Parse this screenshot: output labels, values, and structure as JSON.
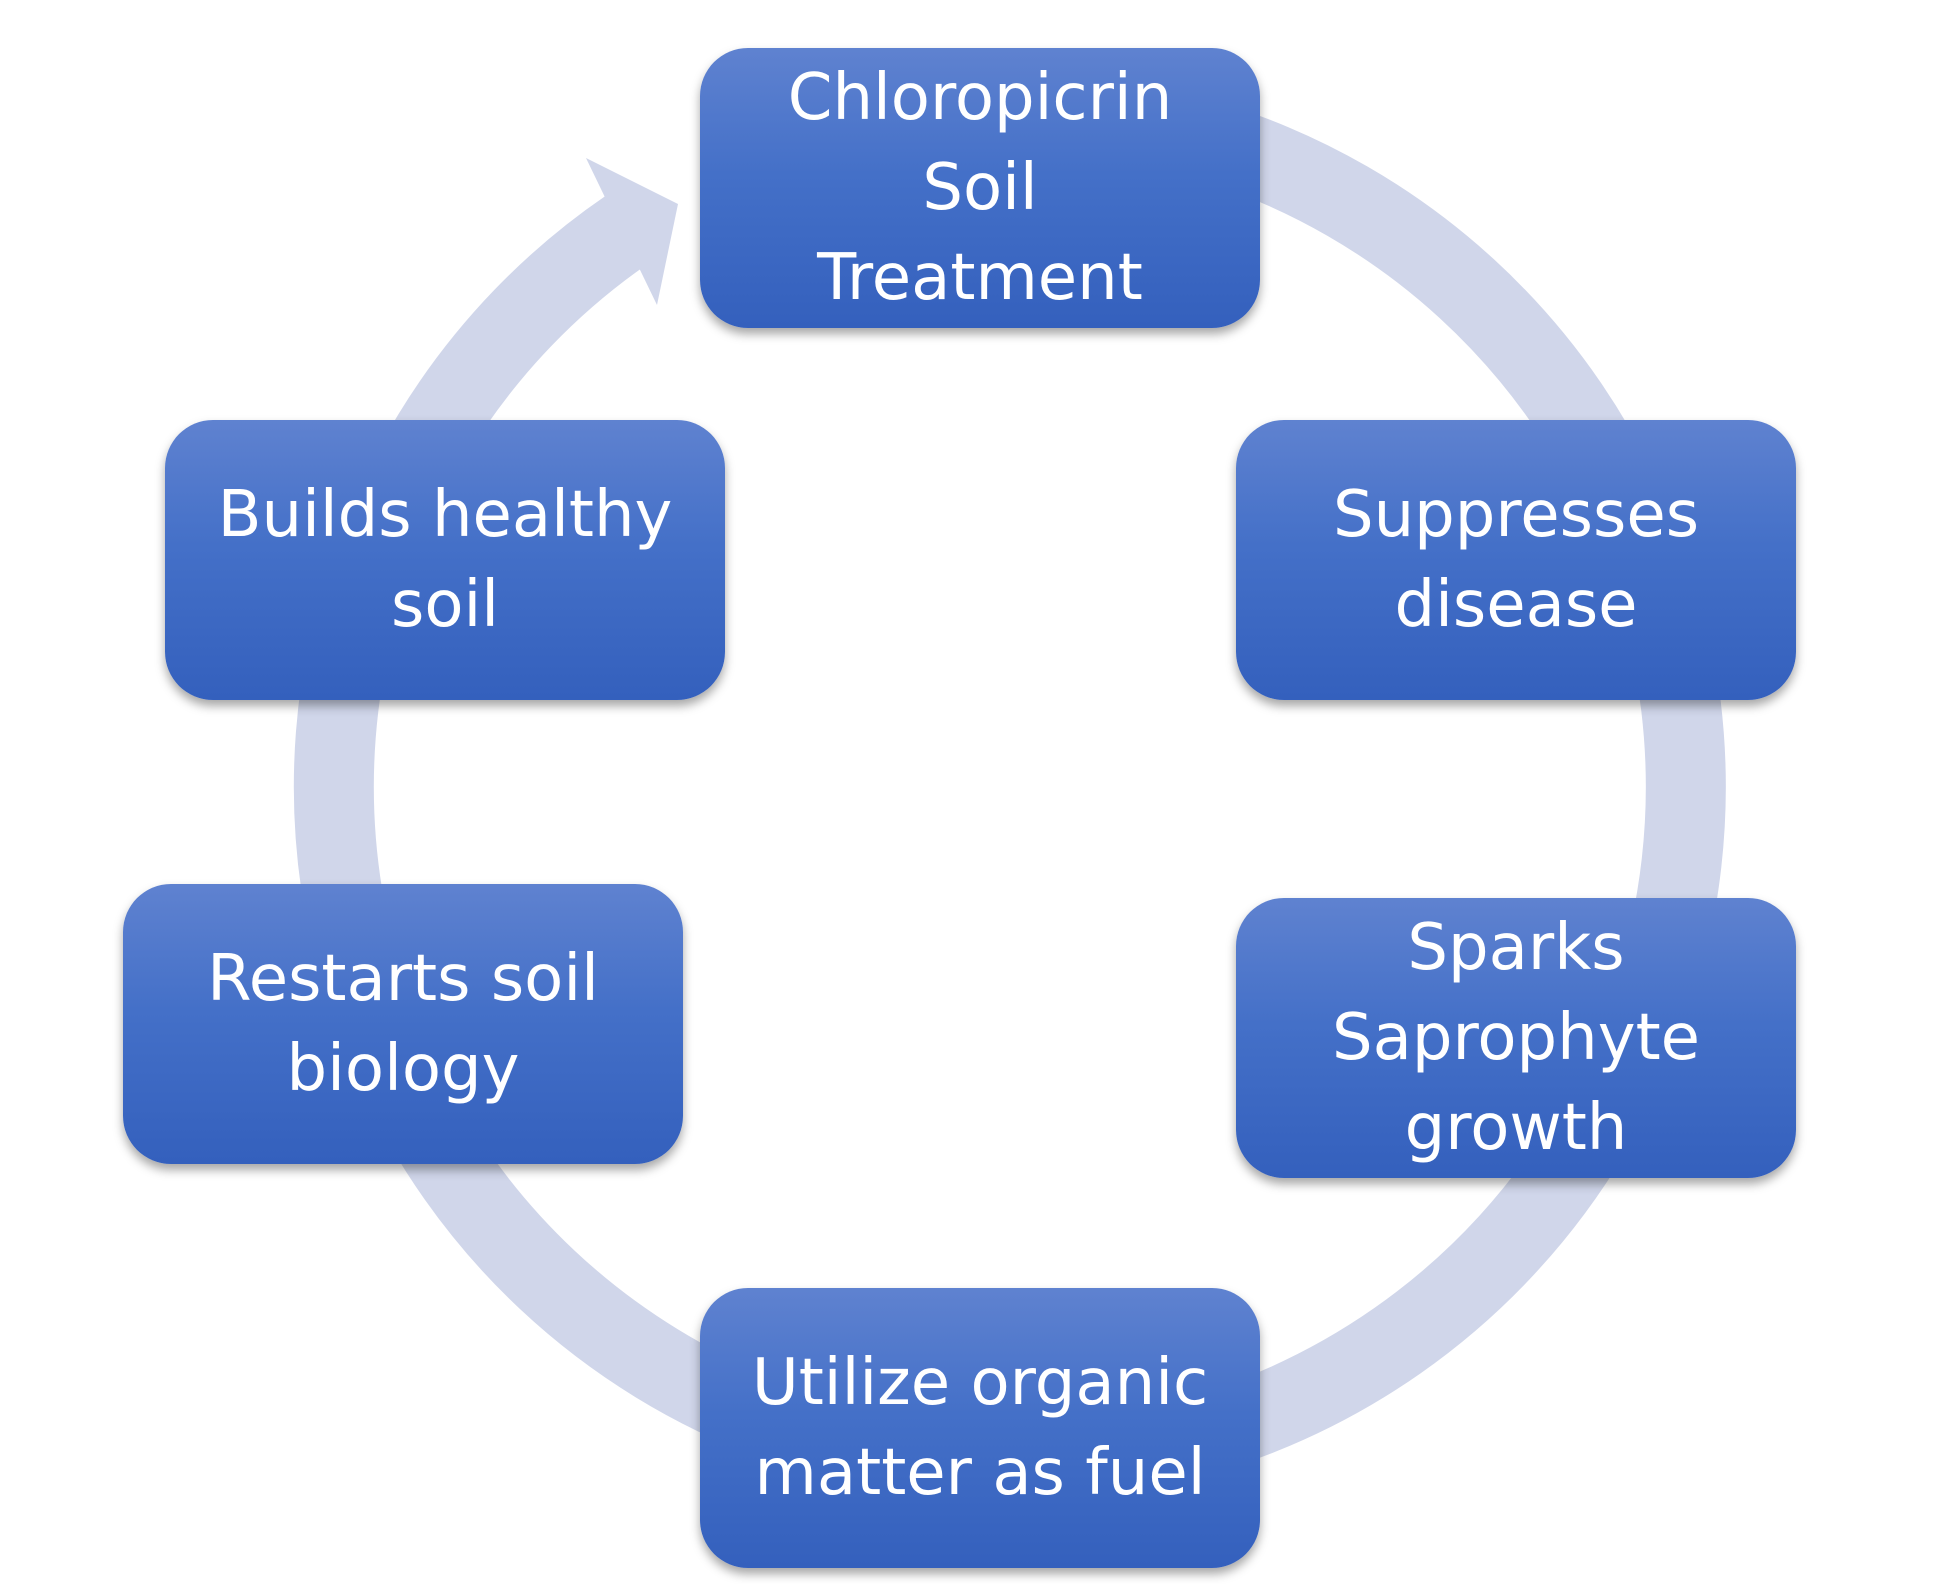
{
  "colors": {
    "ring": "#d0d6ea",
    "box_top": "#5f82d0",
    "box_bottom": "#3460bd",
    "text": "#ffffff"
  },
  "cycle": {
    "direction": "clockwise",
    "steps": [
      {
        "label": "Chloropicrin\nSoil\nTreatment"
      },
      {
        "label": "Suppresses\ndisease"
      },
      {
        "label": "Sparks\nSaprophyte\ngrowth"
      },
      {
        "label": "Utilize organic\nmatter as fuel"
      },
      {
        "label": "Restarts soil\nbiology"
      },
      {
        "label": "Builds healthy\nsoil"
      }
    ]
  }
}
